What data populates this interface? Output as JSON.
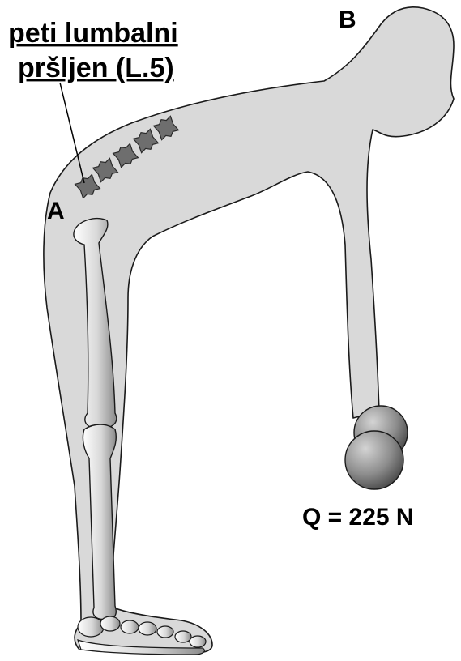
{
  "labels": {
    "vertebra_line1": "peti lumbalni",
    "vertebra_line2": "pršljen (L.5)",
    "point_a": "A",
    "point_b": "B",
    "load": "Q = 225 N"
  },
  "colors": {
    "body_fill": "#d9d9d9",
    "outline": "#1a1a1a",
    "bone_fill": "#f4f4f4",
    "bone_shade": "#9a9a9a",
    "vertebra": "#6e6e6e",
    "weight": "#8c8c8c",
    "spellcheck_underline": "#d42a2a"
  },
  "icons": [
    "vertebra-icon",
    "dumbbell-icon"
  ]
}
